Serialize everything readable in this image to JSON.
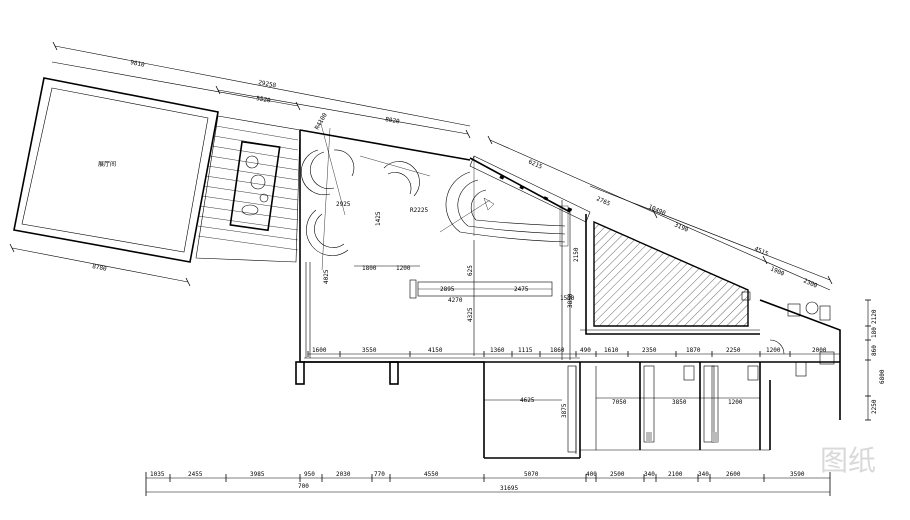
{
  "labels": {
    "room_name": "展厅间",
    "watermark": "图纸"
  },
  "top_dims": {
    "d9810": "9810",
    "d29258": "29258",
    "d5520": "5520",
    "d8020": "8020",
    "d6215": "6215",
    "d10490": "10490",
    "d2765": "2765",
    "d4515": "4515",
    "d2300": "2300",
    "d3190": "3190",
    "d1900": "1900"
  },
  "left_dims": {
    "d8780": "8780"
  },
  "inner_dims": {
    "r4100": "R4100",
    "r2225": "R2225",
    "d2925": "2925",
    "d1425": "1425",
    "d4025": "4025",
    "d1800": "1800",
    "d1200": "1200",
    "d625": "625",
    "d2895": "2895",
    "d2475": "2475",
    "d4270": "4270",
    "d1500": "1500",
    "d4325": "4325",
    "d3850": "3850",
    "d2150": "2150"
  },
  "mid_dims": {
    "m1600": "1600",
    "m3550": "3550",
    "m4150": "4150",
    "m1360": "1360",
    "m1115": "1115",
    "m1860": "1860",
    "m490": "490",
    "m1610": "1610",
    "m2350": "2350",
    "m1870": "1870",
    "m2250": "2250",
    "m1200": "1200",
    "m2000": "2000",
    "m7050": "7050",
    "m3850": "3850",
    "m4625": "4625",
    "m3875": "3875",
    "m1200b": "1200"
  },
  "bottom_dims": {
    "b1035": "1035",
    "b2455": "2455",
    "b3985": "3985",
    "b950": "950",
    "b2030": "2030",
    "b770": "770",
    "b4550": "4550",
    "b5070": "5070",
    "b400": "400",
    "b2500": "2500",
    "b340": "340",
    "b2100": "2100",
    "b340b": "340",
    "b2600": "2600",
    "b3590": "3590",
    "b700": "700",
    "b31695": "31695"
  },
  "right_dims": {
    "r2120": "2120",
    "r180": "180",
    "r860": "860",
    "r6800": "6800",
    "r2250": "2250"
  }
}
